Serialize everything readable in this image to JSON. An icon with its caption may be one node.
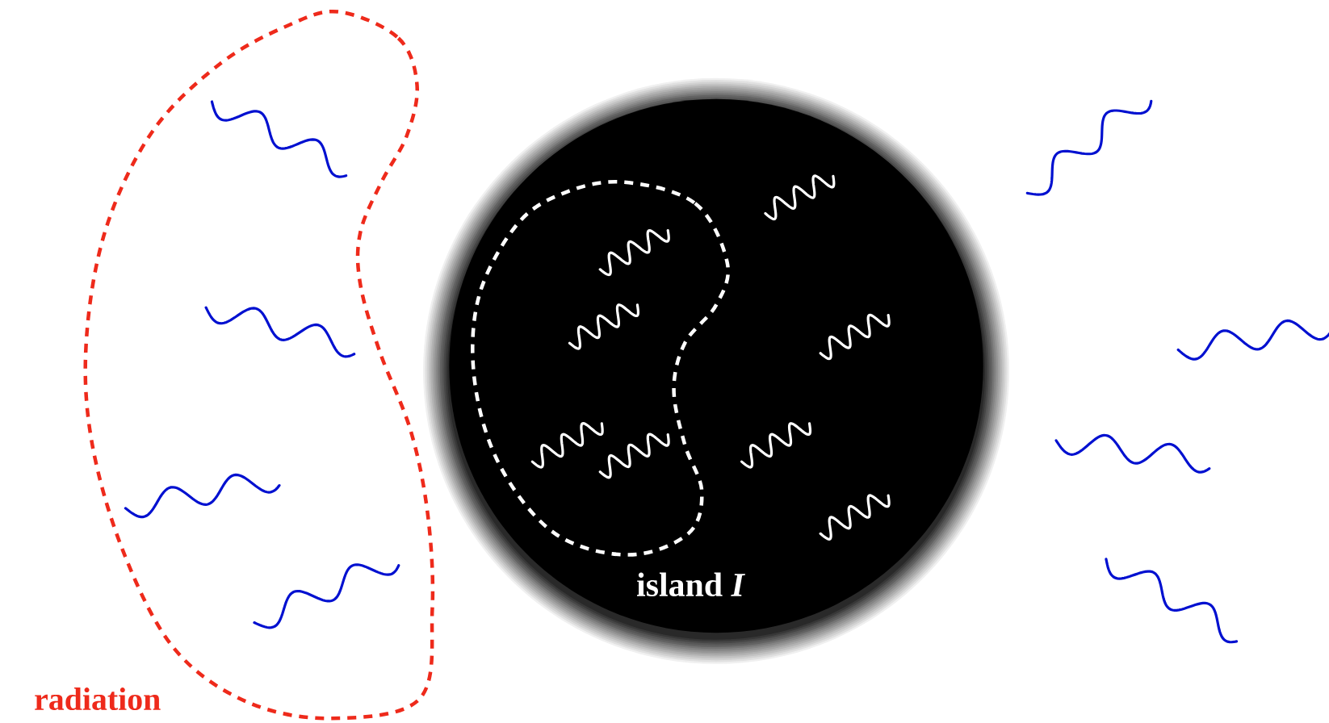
{
  "diagram": {
    "nodes": [
      {
        "text": [
          "radiation"
        ]
      },
      {
        "text": [],
        "shape": "circle"
      },
      {
        "text": [
          "island *I*"
        ],
        "in": 1
      }
    ]
  }
}
